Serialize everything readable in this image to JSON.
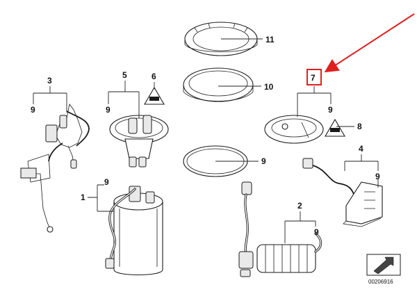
{
  "callouts": [
    {
      "id": "c3",
      "text": "3"
    },
    {
      "id": "c9a",
      "text": "9"
    },
    {
      "id": "c5",
      "text": "5"
    },
    {
      "id": "c9b",
      "text": "9"
    },
    {
      "id": "c6",
      "text": "6"
    },
    {
      "id": "c11",
      "text": "11"
    },
    {
      "id": "c10",
      "text": "10"
    },
    {
      "id": "c7",
      "text": "7"
    },
    {
      "id": "c9c",
      "text": "9"
    },
    {
      "id": "c8",
      "text": "8"
    },
    {
      "id": "c9d",
      "text": "9"
    },
    {
      "id": "c4",
      "text": "4"
    },
    {
      "id": "c9e",
      "text": "9"
    },
    {
      "id": "c1",
      "text": "1"
    },
    {
      "id": "c9f",
      "text": "9"
    },
    {
      "id": "c2",
      "text": "2"
    },
    {
      "id": "c9g",
      "text": "9"
    }
  ],
  "document_number": "00206916",
  "highlight_color": "#e02020"
}
